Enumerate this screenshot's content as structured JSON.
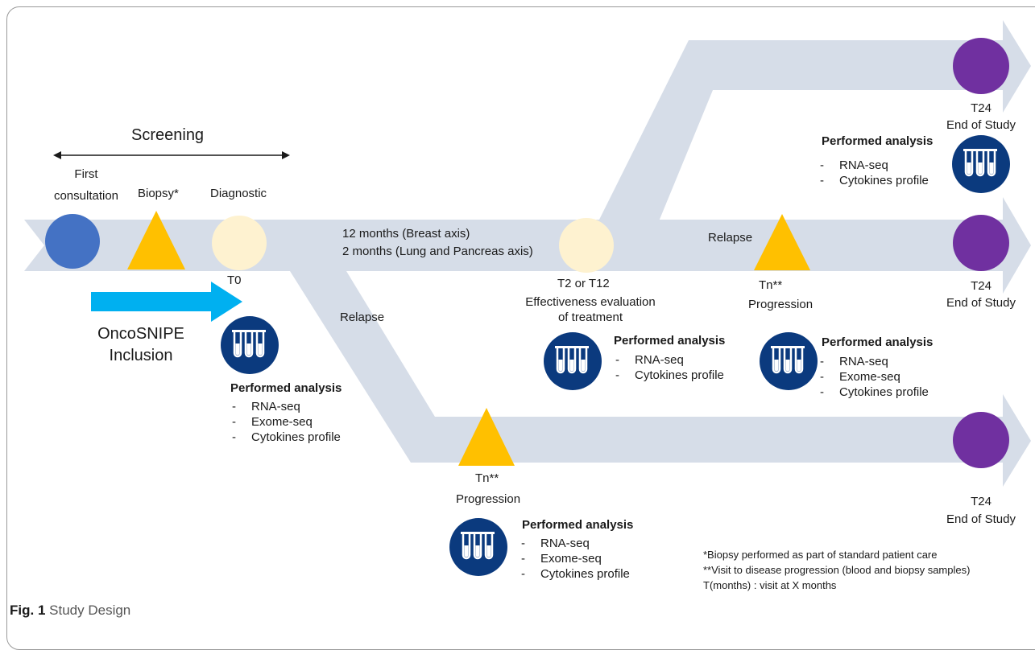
{
  "screening": {
    "label": "Screening"
  },
  "start_events": {
    "first_consultation": "First\nconsultation",
    "biopsy": "Biopsy*",
    "diagnostic": "Diagnostic",
    "t0": "T0"
  },
  "inclusion": {
    "label": "OncoSNIPE\nInclusion"
  },
  "main_axis": {
    "duration_line1": "12 months (Breast axis)",
    "duration_line2": "2 months (Lung and Pancreas axis)",
    "t2_t12": "T2 or T12",
    "evaluation": "Effectiveness evaluation\nof treatment",
    "relapse": "Relapse",
    "tn": "Tn**",
    "progression": "Progression"
  },
  "lower_branch": {
    "relapse": "Relapse",
    "tn": "Tn**",
    "progression": "Progression"
  },
  "endpoints": {
    "top_time": "T24",
    "top_label": "End of Study",
    "middle_time": "T24",
    "middle_label": "End of Study",
    "bottom_time": "T24",
    "bottom_label": "End of Study"
  },
  "analysis_blocks": {
    "t0": {
      "title": "Performed analysis",
      "items": [
        "RNA-seq",
        "Exome-seq",
        "Cytokines profile"
      ]
    },
    "top_end": {
      "title": "Performed analysis",
      "items": [
        "RNA-seq",
        "Cytokines profile"
      ]
    },
    "evaluation": {
      "title": "Performed analysis",
      "items": [
        "RNA-seq",
        "Cytokines profile"
      ]
    },
    "progression_main": {
      "title": "Performed analysis",
      "items": [
        "RNA-seq",
        "Exome-seq",
        "Cytokines profile"
      ]
    },
    "progression_lower": {
      "title": "Performed analysis",
      "items": [
        "RNA-seq",
        "Exome-seq",
        "Cytokines profile"
      ]
    }
  },
  "footnotes": [
    "*Biopsy performed as part of standard patient care",
    "**Visit to disease progression (blood and biopsy samples)",
    "T(months) : visit at X months"
  ],
  "caption": {
    "figure": "Fig. 1",
    "text": "Study Design"
  },
  "colors": {
    "arrow_band": "#d6dde8",
    "consultation": "#4472c4",
    "biopsy": "#ffc000",
    "diagnostic": "#fef2d0",
    "end_of_study": "#7030a0",
    "inclusion_arrow": "#00b0f0",
    "analysis_badge": "#0b3a7e"
  },
  "icons": [
    "test-tubes-icon"
  ]
}
